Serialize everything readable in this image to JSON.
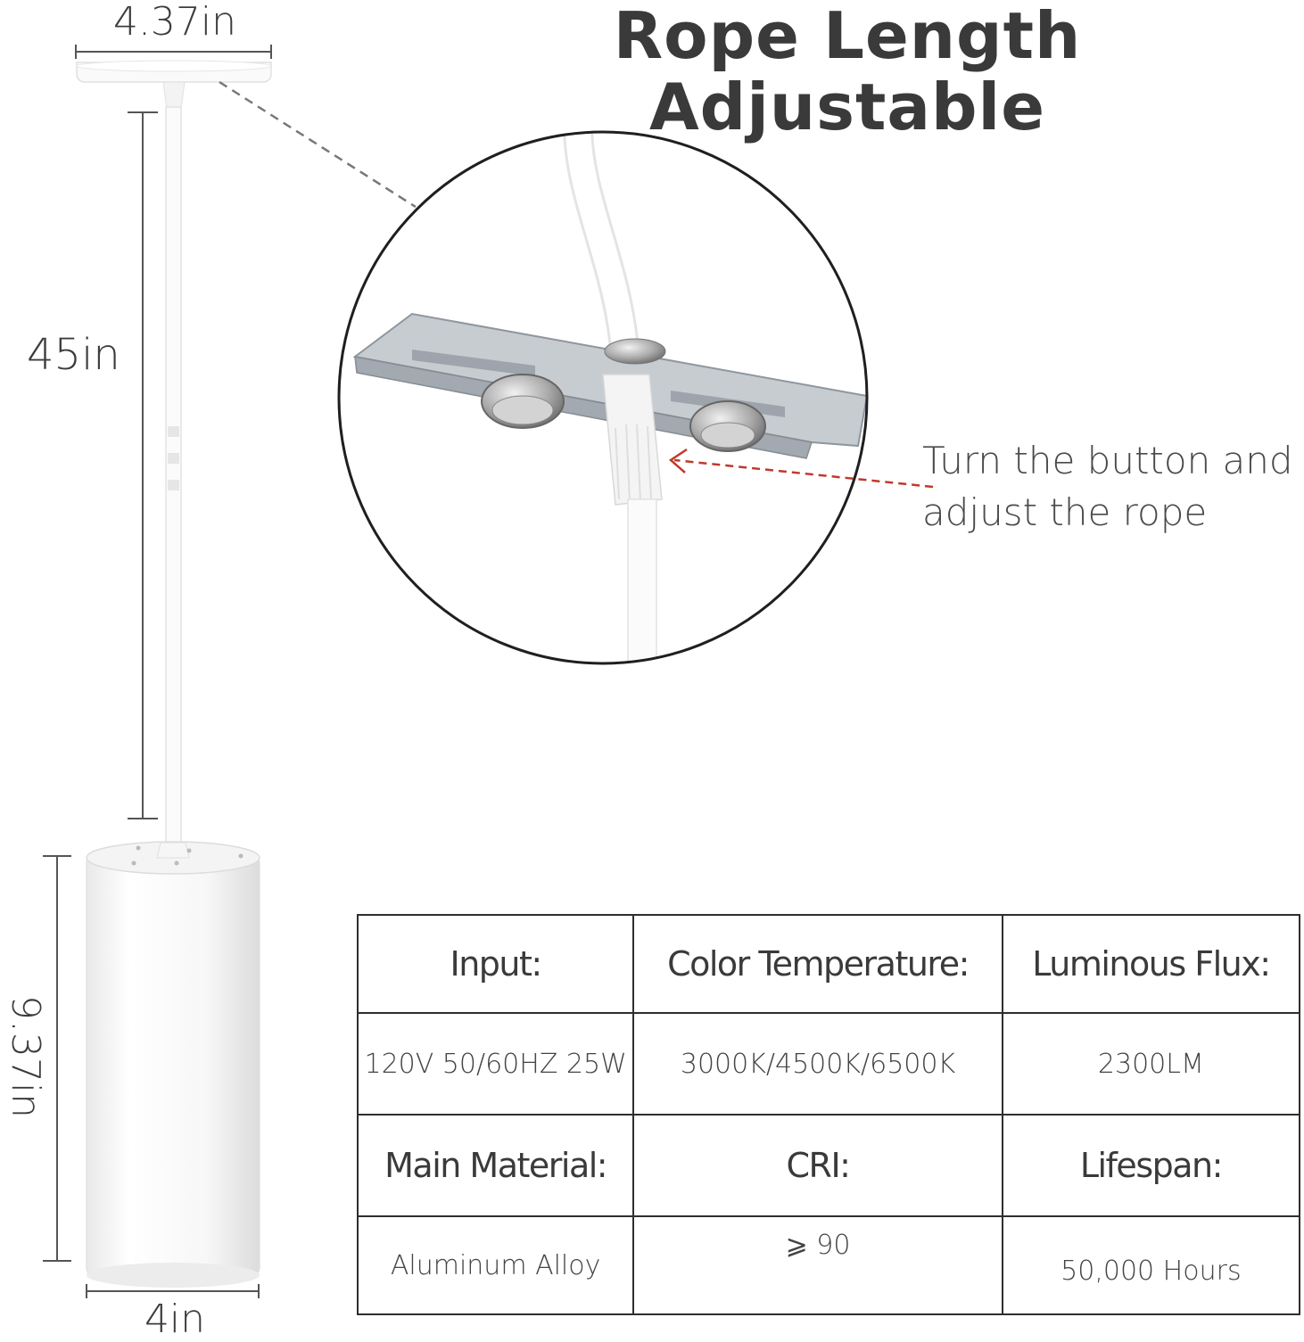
{
  "title": "Rope Length Adjustable",
  "dimensions": {
    "canopy_width": "4.37in",
    "rope_length": "45in",
    "body_height": "9.37in",
    "body_width": "4in"
  },
  "callout": {
    "line1": "Turn the button and",
    "line2": "adjust the rope"
  },
  "specs": {
    "input_label": "Input:",
    "input_value": "120V 50/60HZ 25W",
    "color_temp_label": "Color Temperature:",
    "color_temp_value": "3000K/4500K/6500K",
    "flux_label": "Luminous Flux:",
    "flux_value": "2300LM",
    "material_label": "Main Material:",
    "material_value": "Aluminum Alloy",
    "cri_label": "CRI:",
    "cri_value": "⩾ 90",
    "lifespan_label": "Lifespan:",
    "lifespan_value": "50,000 Hours"
  },
  "colors": {
    "callout_arrow": "#c0392b",
    "fixture": "#ffffff",
    "table_border": "#2e2e2e"
  }
}
